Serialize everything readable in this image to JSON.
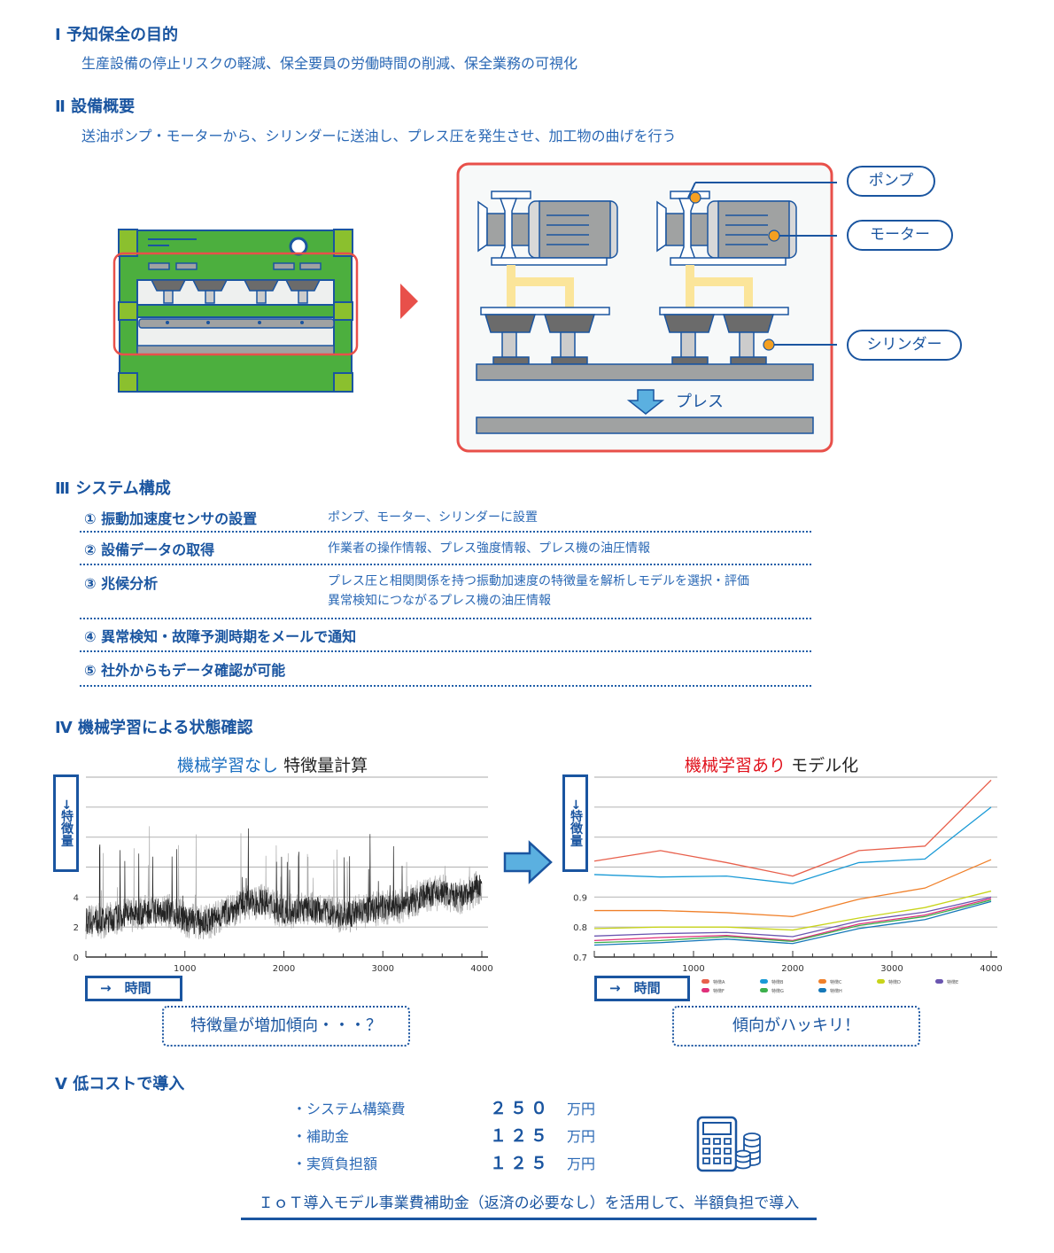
{
  "s1": {
    "heading": "Ⅰ 予知保全の目的",
    "body": "生産設備の停止リスクの軽減、保全要員の労働時間の削減、保全業務の可視化"
  },
  "s2": {
    "heading": "Ⅱ 設備概要",
    "body": "送油ポンプ・モーターから、シリンダーに送油し、プレス圧を発生させ、加工物の曲げを行う",
    "callouts": {
      "pump": "ポンプ",
      "motor": "モーター",
      "cylinder": "シリンダー"
    },
    "press_label": "プレス"
  },
  "s3": {
    "heading": "Ⅲ システム構成",
    "rows": [
      {
        "k": "① 振動加速度センサの設置",
        "v": "ポンプ、モーター、シリンダーに設置"
      },
      {
        "k": "② 設備データの取得",
        "v": "作業者の操作情報、プレス強度情報、プレス機の油圧情報"
      },
      {
        "k": "③ 兆候分析",
        "v": "プレス圧と相関関係を持つ振動加速度の特徴量を解析しモデルを選択・評価",
        "v2": "異常検知につながるプレス機の油圧情報"
      },
      {
        "k": "④ 異常検知・故障予測時期をメールで通知",
        "v": ""
      },
      {
        "k": "⑤ 社外からもデータ確認が可能",
        "v": ""
      }
    ]
  },
  "s4": {
    "heading": "Ⅳ 機械学習による状態確認",
    "y_label": "→特徴量",
    "x_label": "→　時間",
    "left_title_a": "機械学習なし",
    "left_title_b": "特徴量計算",
    "left_note": "特徴量が増加傾向・・・？",
    "right_title_a": "機械学習あり",
    "right_title_b": "モデル化",
    "right_note": "傾向がハッキリ！"
  },
  "chart_data": [
    {
      "type": "line",
      "title": "機械学習なし 特徴量計算",
      "xlabel": "時間",
      "ylabel": "特徴量",
      "xlim": [
        0,
        4000
      ],
      "ylim": [
        0,
        12
      ],
      "x_ticks": [
        "1000",
        "2000",
        "3000",
        "4000"
      ],
      "y_ticks": [
        "0",
        "2",
        "4"
      ],
      "grid": true,
      "x": [
        0,
        200,
        400,
        600,
        800,
        1000,
        1200,
        1400,
        1600,
        1800,
        2000,
        2200,
        2400,
        2600,
        2800,
        3000,
        3200,
        3400,
        3600,
        3800,
        4000
      ],
      "trend": [
        2.4,
        2.4,
        2.8,
        3.0,
        3.2,
        2.5,
        2.3,
        2.9,
        3.6,
        3.7,
        3.0,
        3.2,
        3.1,
        2.7,
        3.1,
        3.3,
        3.4,
        4.1,
        4.3,
        4.0,
        4.8
      ],
      "series_color": "#000000"
    },
    {
      "type": "line",
      "title": "機械学習あり モデル化",
      "xlabel": "時間",
      "ylabel": "特徴量",
      "xlim": [
        0,
        4000
      ],
      "ylim": [
        0.7,
        1.3
      ],
      "x_ticks": [
        "1000",
        "2000",
        "3000",
        "4000"
      ],
      "y_ticks": [
        "0.7",
        "0.8",
        "0.9"
      ],
      "grid": true,
      "x": [
        0,
        667,
        1333,
        2000,
        2667,
        3333,
        4000
      ],
      "series": [
        {
          "name": "特徴A",
          "color": "#e8604c",
          "values": [
            1.02,
            1.055,
            1.015,
            0.97,
            1.055,
            1.07,
            1.29
          ]
        },
        {
          "name": "特徴B",
          "color": "#1a9ad6",
          "values": [
            0.975,
            0.967,
            0.97,
            0.945,
            1.015,
            1.027,
            1.2
          ]
        },
        {
          "name": "特徴C",
          "color": "#f0802a",
          "values": [
            0.855,
            0.855,
            0.848,
            0.835,
            0.893,
            0.93,
            1.025
          ]
        },
        {
          "name": "特徴D",
          "color": "#c8d41a",
          "values": [
            0.795,
            0.8,
            0.8,
            0.79,
            0.83,
            0.865,
            0.92
          ]
        },
        {
          "name": "特徴E",
          "color": "#6a55b0",
          "values": [
            0.77,
            0.778,
            0.782,
            0.768,
            0.82,
            0.85,
            0.9
          ]
        },
        {
          "name": "特徴F",
          "color": "#e0307a",
          "values": [
            0.755,
            0.765,
            0.772,
            0.755,
            0.81,
            0.84,
            0.895
          ]
        },
        {
          "name": "特徴G",
          "color": "#3cb04c",
          "values": [
            0.748,
            0.755,
            0.768,
            0.752,
            0.805,
            0.835,
            0.89
          ]
        },
        {
          "name": "特徴H",
          "color": "#1678b8",
          "values": [
            0.74,
            0.748,
            0.76,
            0.745,
            0.795,
            0.825,
            0.885
          ]
        }
      ]
    }
  ],
  "s5": {
    "heading": "Ⅴ 低コストで導入",
    "items": [
      {
        "label": "・システム構築費",
        "amount": "２５０",
        "unit": "万円"
      },
      {
        "label": "・補助金",
        "amount": "１２５",
        "unit": "万円"
      },
      {
        "label": "・実質負担額",
        "amount": "１２５",
        "unit": "万円"
      }
    ],
    "footer": "ＩｏＴ導入モデル事業費補助金（返済の必要なし）を活用して、半額負担で導入"
  }
}
